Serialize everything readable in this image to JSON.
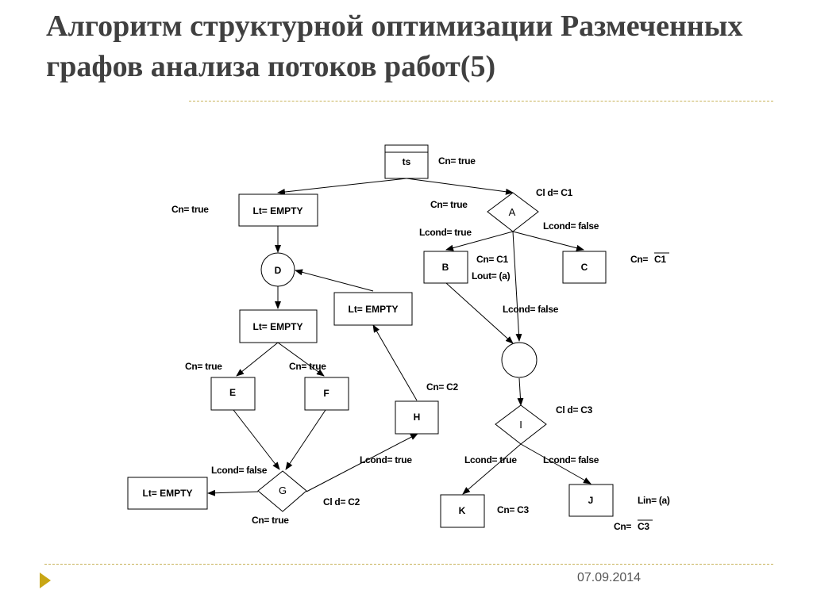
{
  "slide": {
    "title": "Алгоритм структурной оптимизации Размеченных графов анализа потоков работ(5)",
    "date": "07.09.2014"
  },
  "nodes": {
    "ts": "ts",
    "lt_empty_1": "Lt= EMPTY",
    "a": "A",
    "d": "D",
    "lt_empty_2": "Lt= EMPTY",
    "lt_empty_3": "Lt= EMPTY",
    "b": "B",
    "c": "C",
    "e": "E",
    "f": "F",
    "h": "H",
    "i": "I",
    "g": "G",
    "lt_empty_4": "Lt= EMPTY",
    "k": "K",
    "j": "J"
  },
  "labels": {
    "cn_true_ts": "Cn= true",
    "cid_c1": "Cl d= C1",
    "cn_true_left": "Cn= true",
    "cn_true_a": "Cn= true",
    "lcond_false_a": "Lcond= false",
    "lcond_true_a": "Lcond= true",
    "cn_c1_b": "Cn= C1",
    "lout_a": "Lout= (a)",
    "cn_c1bar_prefix": "Cn= ",
    "cn_c1bar_value": "C1",
    "lcond_false_mid": "Lcond= false",
    "cn_true_e": "Cn= true",
    "cn_true_f": "Cn= true",
    "cn_c2": "Cn= C2",
    "cid_c3": "Cl d= C3",
    "lcond_true_h": "Lcond= true",
    "lcond_true_i": "Lcond= true",
    "lcond_false_i": "Lcond= false",
    "lcond_false_g": "Lcond= false",
    "cid_c2": "Cl d= C2",
    "lin_a": "Lin= (a)",
    "cn_c3_k": "Cn= C3",
    "cn_true_g": "Cn= true",
    "cn_c3bar_prefix": "Cn= ",
    "cn_c3bar_value": "C3"
  }
}
